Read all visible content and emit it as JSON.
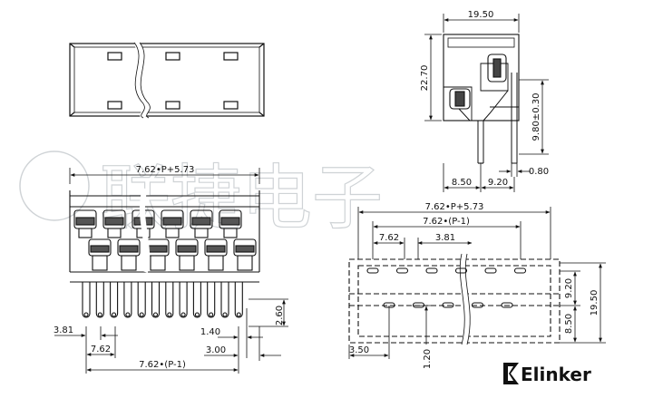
{
  "watermark": {
    "text": "联捷电子"
  },
  "brand": {
    "name": "Elinker"
  },
  "dimensions": {
    "top_pitch_formula": "7.62•P+5.73",
    "left_width_formula": "7.62•P+5.73",
    "left_pitch_p1": "7.62•(P-1)",
    "left_3_81": "3.81",
    "left_7_62": "7.62",
    "left_1_40": "1.40",
    "left_3_00": "3.00",
    "left_2_60": "2.60",
    "side_19_50": "19.50",
    "side_22_70": "22.70",
    "side_9_80": "9.80±0.30",
    "side_0_80": "0.80",
    "side_8_50": "8.50",
    "side_9_20": "9.20",
    "fp_formula": "7.62•P+5.73",
    "fp_p1": "7.62•(P-1)",
    "fp_7_62": "7.62",
    "fp_3_81": "3.81",
    "fp_9_20": "9.20",
    "fp_19_50": "19.50",
    "fp_8_50": "8.50",
    "fp_3_50": "3.50",
    "fp_1_20": "1.20"
  }
}
